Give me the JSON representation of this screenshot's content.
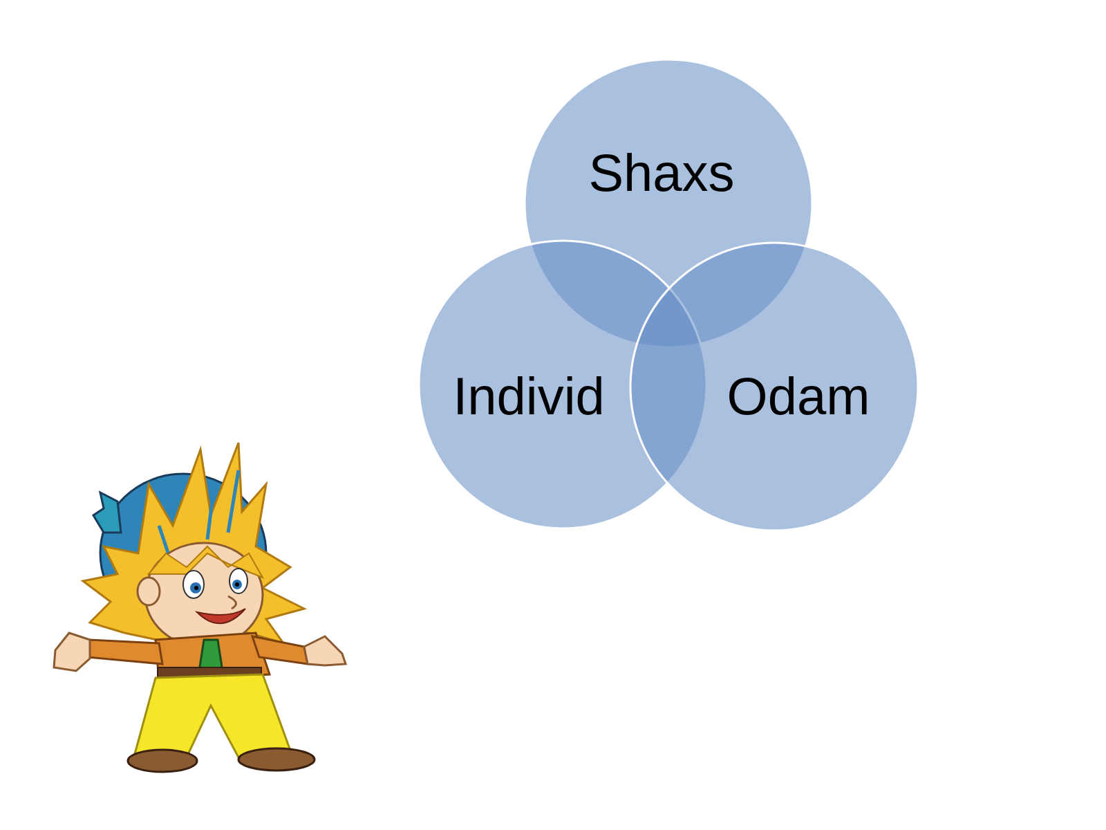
{
  "diagram": {
    "nodes": [
      {
        "text": [
          "Shaxs"
        ]
      },
      {
        "text": [
          "Individ"
        ]
      },
      {
        "text": [
          "Odam"
        ]
      }
    ]
  }
}
